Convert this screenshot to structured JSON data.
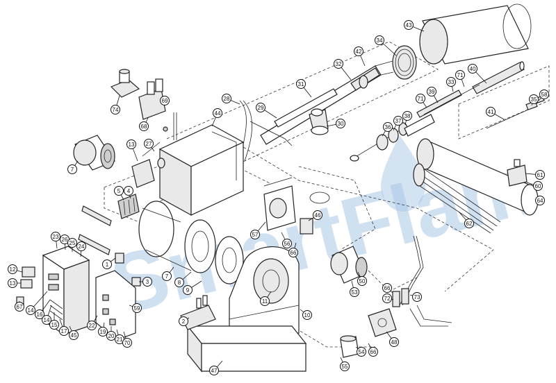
{
  "watermark": "SmartFlam",
  "callouts": [
    {
      "id": "c43",
      "label": "43"
    },
    {
      "id": "c34",
      "label": "34"
    },
    {
      "id": "c42",
      "label": "42"
    },
    {
      "id": "c32",
      "label": "32"
    },
    {
      "id": "c31",
      "label": "31"
    },
    {
      "id": "c29",
      "label": "29"
    },
    {
      "id": "c28",
      "label": "28"
    },
    {
      "id": "c30",
      "label": "30"
    },
    {
      "id": "c40",
      "label": "40"
    },
    {
      "id": "c71a",
      "label": "71"
    },
    {
      "id": "c33",
      "label": "33"
    },
    {
      "id": "c39",
      "label": "39"
    },
    {
      "id": "c71b",
      "label": "71"
    },
    {
      "id": "c58",
      "label": "58"
    },
    {
      "id": "c35",
      "label": "35"
    },
    {
      "id": "c41",
      "label": "41"
    },
    {
      "id": "c38",
      "label": "38"
    },
    {
      "id": "c37",
      "label": "37"
    },
    {
      "id": "c36",
      "label": "36"
    },
    {
      "id": "c74",
      "label": "74"
    },
    {
      "id": "c69",
      "label": "69"
    },
    {
      "id": "c68",
      "label": "68"
    },
    {
      "id": "c44",
      "label": "44"
    },
    {
      "id": "c27",
      "label": "27"
    },
    {
      "id": "c13a",
      "label": "13"
    },
    {
      "id": "c7a",
      "label": "7"
    },
    {
      "id": "c5",
      "label": "5"
    },
    {
      "id": "c4",
      "label": "4"
    },
    {
      "id": "c61",
      "label": "61"
    },
    {
      "id": "c60",
      "label": "60"
    },
    {
      "id": "c64",
      "label": "64"
    },
    {
      "id": "c62",
      "label": "62"
    },
    {
      "id": "c46",
      "label": "46"
    },
    {
      "id": "c57",
      "label": "57"
    },
    {
      "id": "c56",
      "label": "56"
    },
    {
      "id": "c66a",
      "label": "66"
    },
    {
      "id": "c23",
      "label": "23"
    },
    {
      "id": "c26",
      "label": "26"
    },
    {
      "id": "c25",
      "label": "25"
    },
    {
      "id": "c24",
      "label": "24"
    },
    {
      "id": "c1",
      "label": "1"
    },
    {
      "id": "c12",
      "label": "12"
    },
    {
      "id": "c13b",
      "label": "13"
    },
    {
      "id": "c67",
      "label": "67"
    },
    {
      "id": "c14a",
      "label": "14"
    },
    {
      "id": "c16",
      "label": "16"
    },
    {
      "id": "c14b",
      "label": "14"
    },
    {
      "id": "c15",
      "label": "15"
    },
    {
      "id": "c17",
      "label": "17"
    },
    {
      "id": "c45",
      "label": "45"
    },
    {
      "id": "c22",
      "label": "22"
    },
    {
      "id": "c19",
      "label": "19"
    },
    {
      "id": "c20",
      "label": "20"
    },
    {
      "id": "c21",
      "label": "21"
    },
    {
      "id": "c70",
      "label": "70"
    },
    {
      "id": "c59",
      "label": "59"
    },
    {
      "id": "c3",
      "label": "3"
    },
    {
      "id": "c7b",
      "label": "7"
    },
    {
      "id": "c8",
      "label": "8"
    },
    {
      "id": "c9",
      "label": "9"
    },
    {
      "id": "c2",
      "label": "2"
    },
    {
      "id": "c11",
      "label": "11"
    },
    {
      "id": "c10",
      "label": "10"
    },
    {
      "id": "c47",
      "label": "47"
    },
    {
      "id": "c50",
      "label": "50"
    },
    {
      "id": "c53",
      "label": "53"
    },
    {
      "id": "c66b",
      "label": "66"
    },
    {
      "id": "c72",
      "label": "72"
    },
    {
      "id": "c73",
      "label": "73"
    },
    {
      "id": "c48",
      "label": "48"
    },
    {
      "id": "c54",
      "label": "54"
    },
    {
      "id": "c66c",
      "label": "66"
    },
    {
      "id": "c55",
      "label": "55"
    }
  ]
}
